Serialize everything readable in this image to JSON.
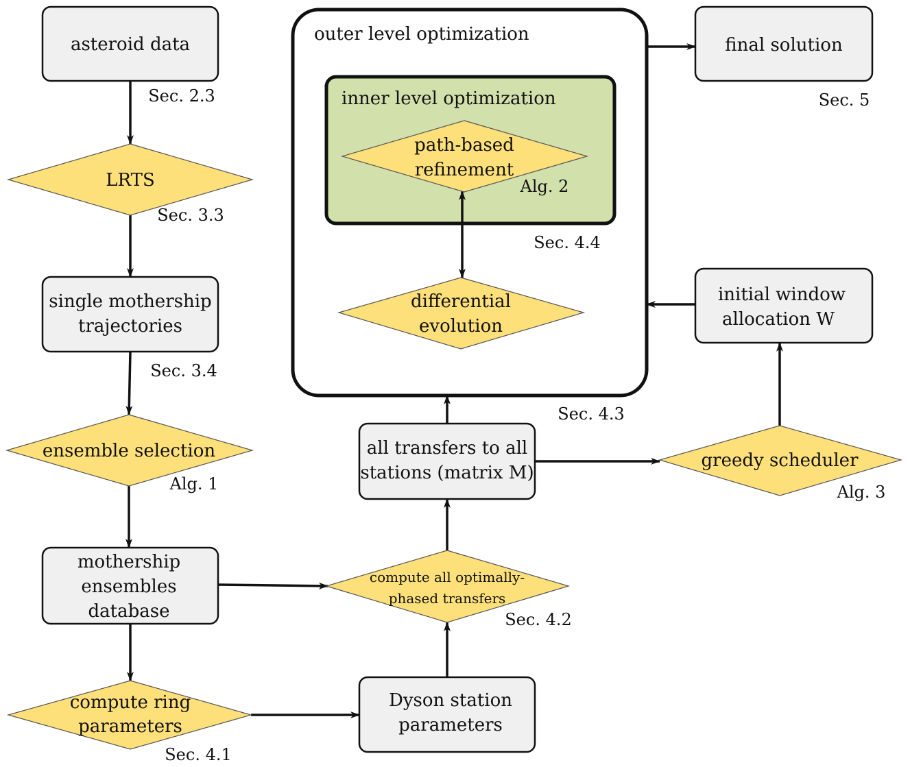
{
  "nodes": {
    "asteroid_data": {
      "label": "asteroid data",
      "ref": "Sec. 2.3"
    },
    "lrts": {
      "label": "LRTS",
      "ref": "Sec. 3.3"
    },
    "single_mothership": {
      "line1": "single mothership",
      "line2": "trajectories",
      "ref": "Sec. 3.4"
    },
    "ensemble_selection": {
      "label": "ensemble selection",
      "ref": "Alg. 1"
    },
    "mothership_db": {
      "line1": "mothership",
      "line2": "ensembles",
      "line3": "database"
    },
    "compute_ring": {
      "line1": "compute ring",
      "line2": "parameters",
      "ref": "Sec. 4.1"
    },
    "dyson_params": {
      "line1": "Dyson station",
      "line2": "parameters"
    },
    "compute_transfers": {
      "line1": "compute all optimally-",
      "line2": "phased transfers",
      "ref": "Sec. 4.2"
    },
    "all_transfers": {
      "line1": "all transfers to all",
      "line2": "stations (matrix M)"
    },
    "greedy_scheduler": {
      "label": "greedy scheduler",
      "ref": "Alg. 3"
    },
    "initial_window": {
      "line1": "initial window",
      "line2": "allocation W"
    },
    "outer_level": {
      "label": "outer level optimization",
      "ref": "Sec. 4.3"
    },
    "inner_level": {
      "label": "inner level optimization",
      "ref": "Sec. 4.4"
    },
    "path_refinement": {
      "line1": "path-based",
      "line2": "refinement",
      "ref": "Alg. 2"
    },
    "differential_evolution": {
      "line1": "differential",
      "line2": "evolution"
    },
    "final_solution": {
      "label": "final solution",
      "ref": "Sec. 5"
    }
  },
  "colors": {
    "process_box": "#f0f0f0",
    "decision_diamond": "#fde07a",
    "inner_container": "#d2e0ac",
    "outer_container": "#ffffff",
    "stroke": "#111111"
  }
}
